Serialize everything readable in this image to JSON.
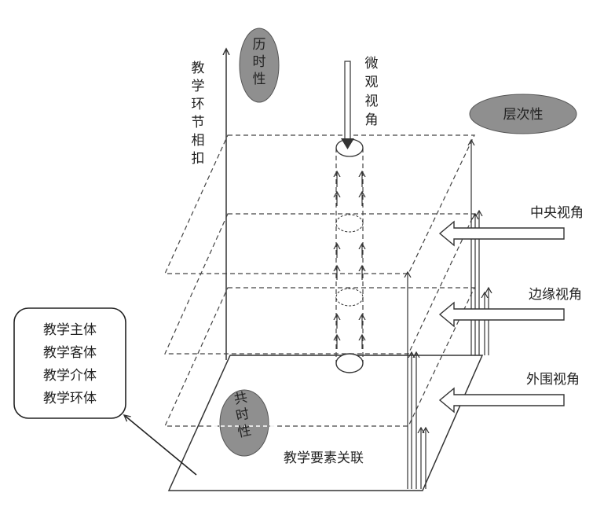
{
  "diagram": {
    "left_axis_label": [
      "教",
      "学",
      "环",
      "节",
      "相",
      "扣"
    ],
    "micro_label": [
      "微",
      "观",
      "视",
      "角"
    ],
    "diachronic_label": [
      "历",
      "时",
      "性"
    ],
    "hierarchy_label": "层次性",
    "synchronic_label": [
      "共",
      "时",
      "性"
    ],
    "base_label": "教学要素关联",
    "center_view_label": "中央视角",
    "edge_view_label": "边缘视角",
    "outer_view_label": "外围视角",
    "box_lines": [
      "教学主体",
      "教学客体",
      "教学介体",
      "教学环体"
    ],
    "colors": {
      "ellipse_fill": "#8f8f8f",
      "line": "#333333",
      "background": "#ffffff"
    }
  }
}
